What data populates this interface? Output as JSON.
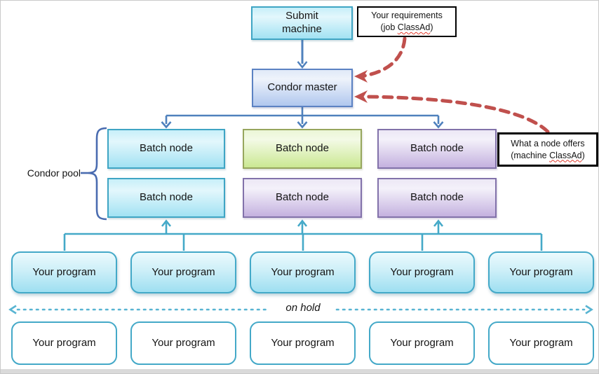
{
  "diagram": {
    "submit_machine_label": "Submit\nmachine",
    "condor_master_label": "Condor master",
    "condor_pool_label": "Condor pool",
    "on_hold_label": "on hold",
    "batch_nodes": [
      {
        "label": "Batch node",
        "color": "cyan"
      },
      {
        "label": "Batch node",
        "color": "green"
      },
      {
        "label": "Batch node",
        "color": "purple"
      },
      {
        "label": "Batch node",
        "color": "cyan"
      },
      {
        "label": "Batch node",
        "color": "purple"
      },
      {
        "label": "Batch node",
        "color": "purple"
      }
    ],
    "running_programs": [
      {
        "label": "Your program"
      },
      {
        "label": "Your program"
      },
      {
        "label": "Your program"
      },
      {
        "label": "Your program"
      },
      {
        "label": "Your program"
      }
    ],
    "held_programs": [
      {
        "label": "Your program"
      },
      {
        "label": "Your program"
      },
      {
        "label": "Your program"
      },
      {
        "label": "Your program"
      },
      {
        "label": "Your program"
      }
    ],
    "callouts": {
      "job": {
        "line1": "Your requirements",
        "pre": "(job ",
        "word": "ClassAd",
        "post": ")"
      },
      "machine": {
        "line1": "What a node offers",
        "pre": "(machine ",
        "word": "ClassAd",
        "post": ")"
      }
    },
    "colors": {
      "cyan_border": "#3fa5c4",
      "blue_border": "#5b82c3",
      "green_border": "#97a65e",
      "purple_border": "#8272aa",
      "connector_blue": "#4f81bd",
      "connector_teal": "#44a9c8",
      "dotted_teal": "#58b4d2",
      "dashed_red": "#c0504d",
      "brace_blue": "#4a6cb0"
    }
  }
}
